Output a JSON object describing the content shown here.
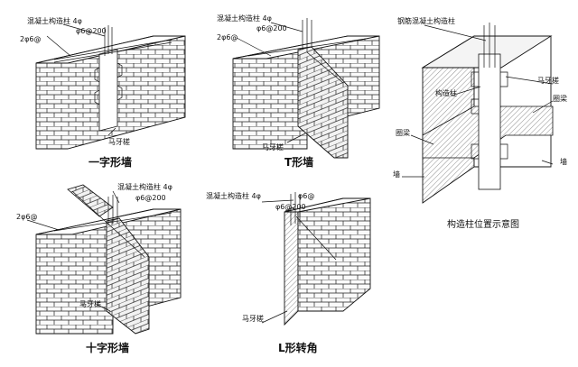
{
  "panel_yizi": {
    "caption": "一字形墙",
    "label_concrete": "混凝土构造柱 4φ",
    "label_stirrup": "φ6@200",
    "label_tie": "2φ6@",
    "label_maya": "马牙槎"
  },
  "panel_t": {
    "caption": "T形墙",
    "label_concrete": "混凝土构造柱 4φ",
    "label_stirrup": "φ6@200",
    "label_tie": "2φ6@",
    "label_maya": "马牙槎"
  },
  "panel_position": {
    "caption": "构造柱位置示意图",
    "label_rc_column": "钢筋混凝土构造柱",
    "label_column": "构造柱",
    "label_maya": "马牙槎",
    "label_ring_beam_left": "圈梁",
    "label_ring_beam_right": "圈梁",
    "label_wall_left": "墙",
    "label_wall_right": "墙"
  },
  "panel_cross": {
    "caption": "十字形墙",
    "label_concrete": "混凝土构造柱 4φ",
    "label_stirrup": "φ6@200",
    "label_tie": "2φ6@",
    "label_maya": "马牙槎"
  },
  "panel_l": {
    "caption": "L形转角",
    "label_concrete": "混凝土构造柱 4φ",
    "label_rebar": "φ6@",
    "label_stirrup": "φ6@200",
    "label_maya": "马牙槎"
  }
}
